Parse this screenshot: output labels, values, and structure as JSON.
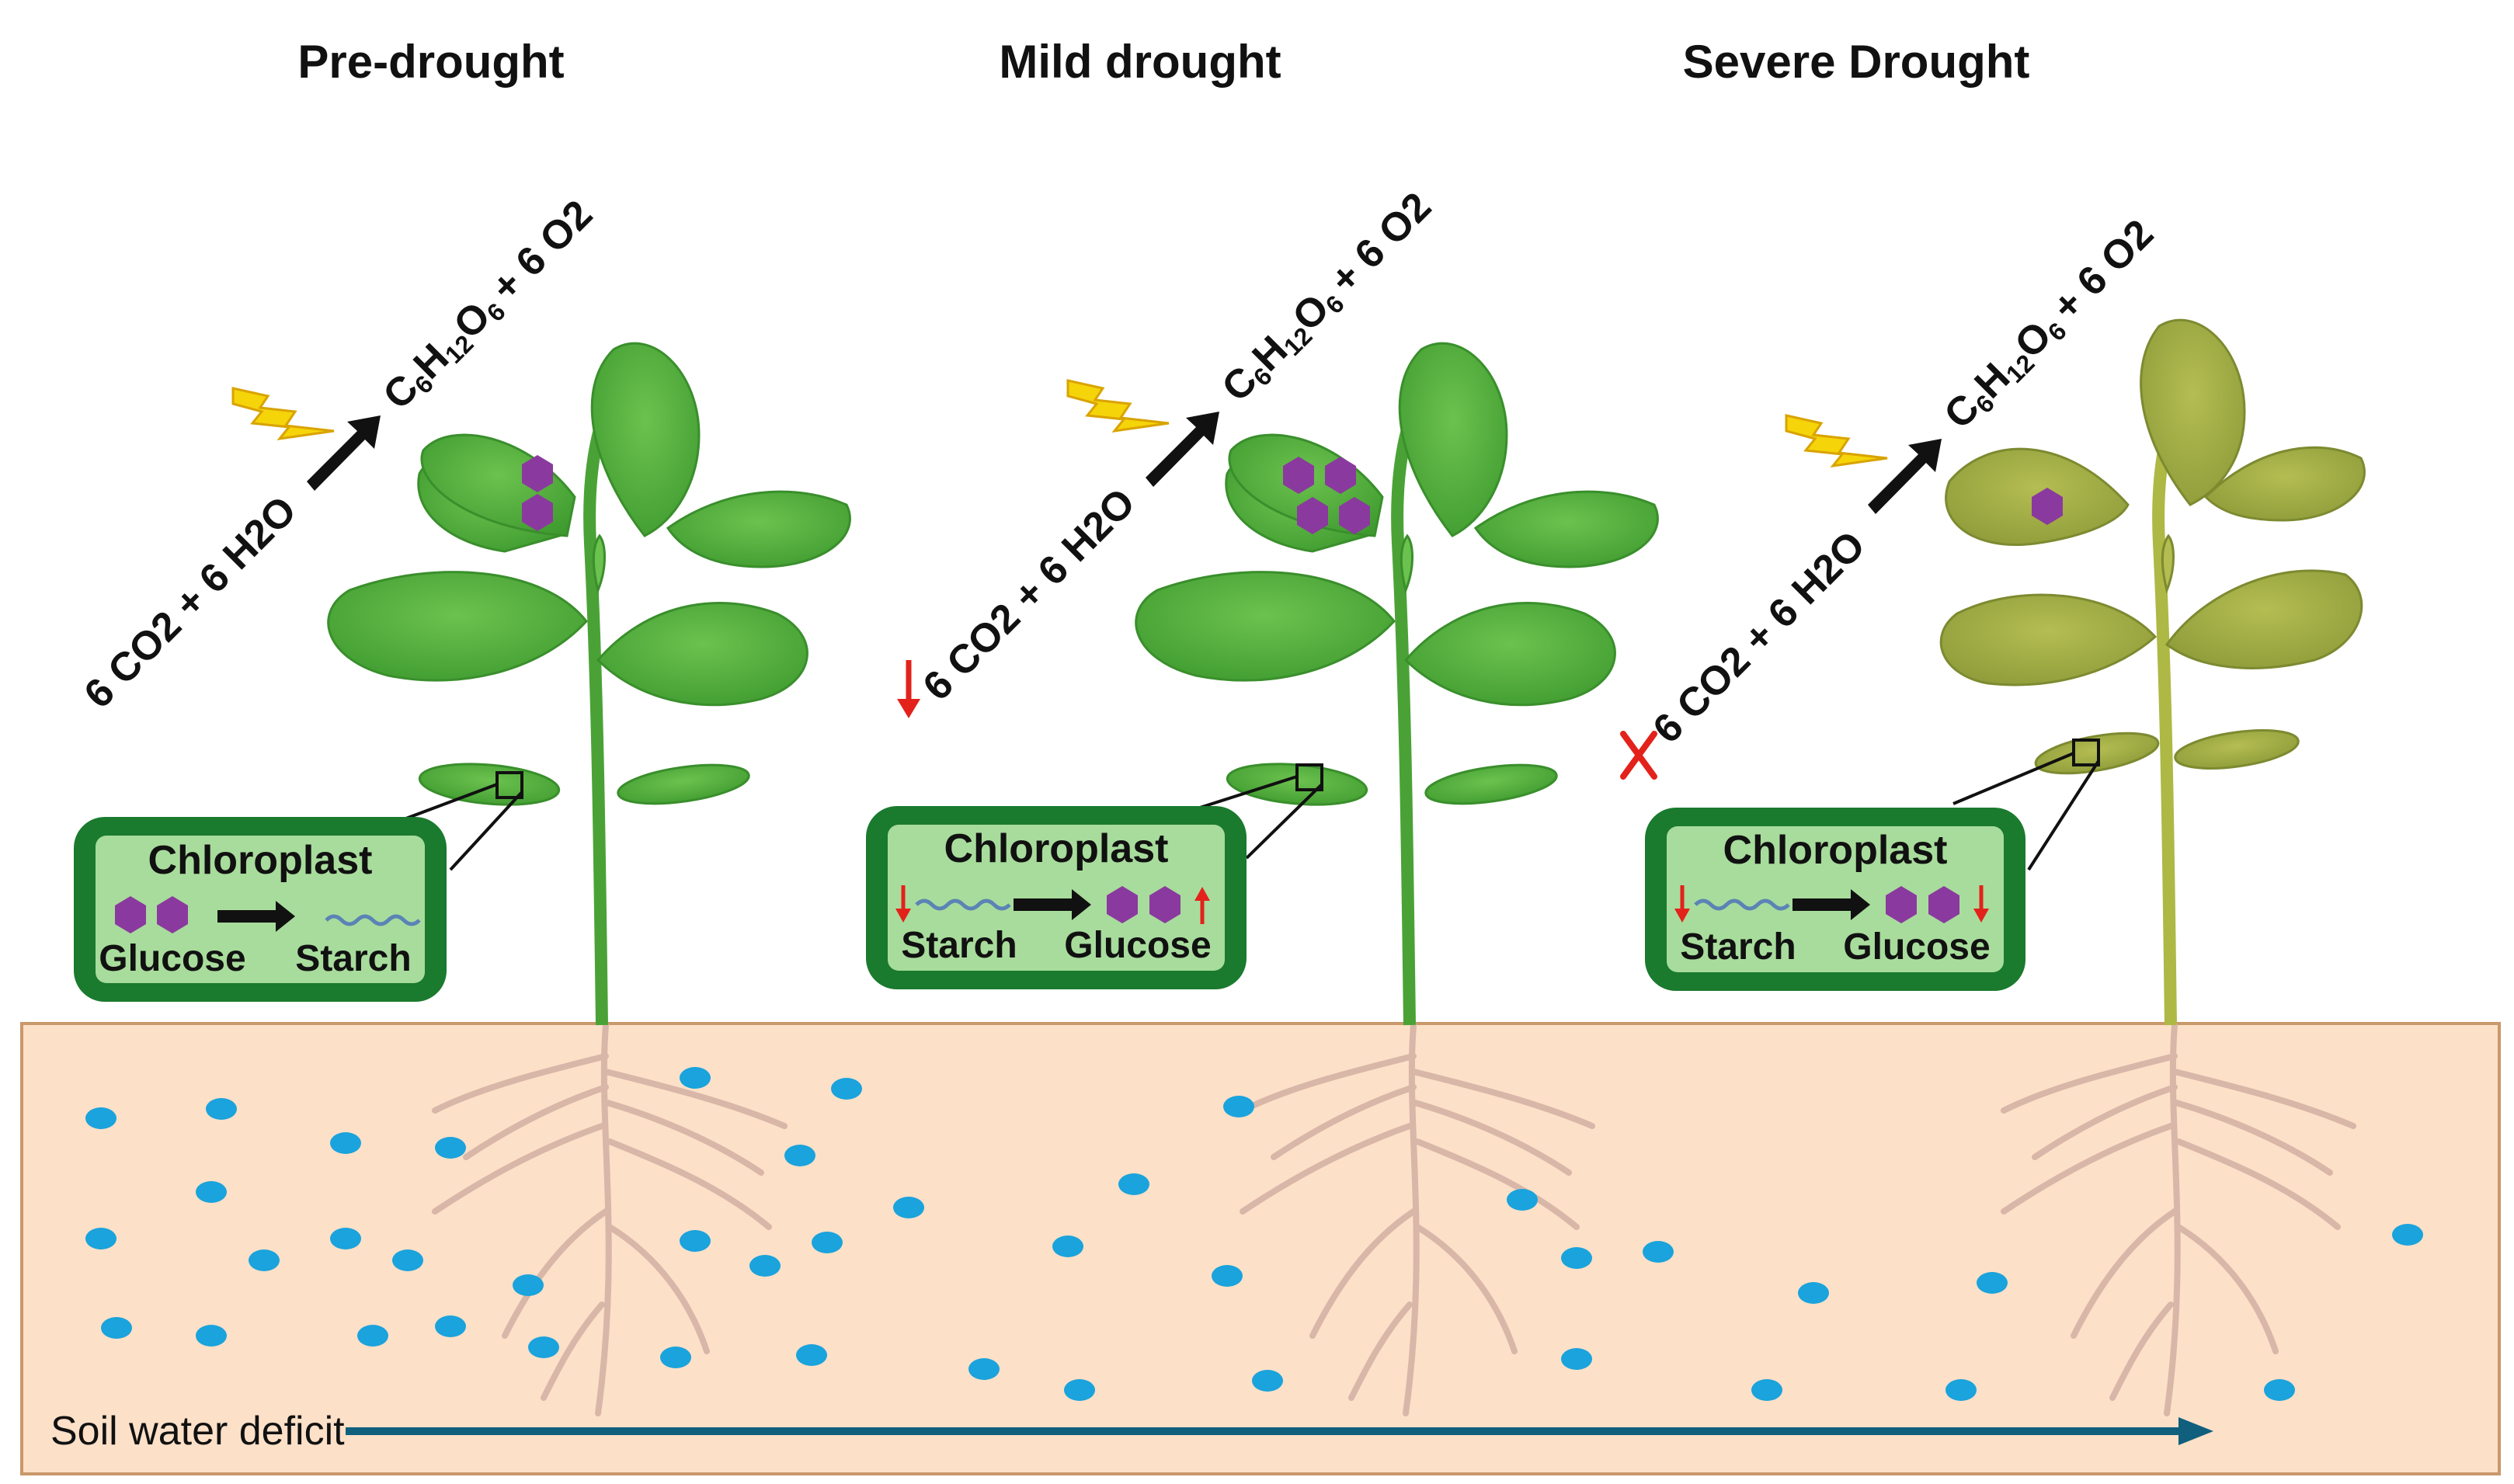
{
  "titles": [
    "Pre-drought",
    "Mild drought",
    "Severe Drought"
  ],
  "equation": {
    "reactants": "6 CO2 + 6 H2O",
    "product_glucose_parts": [
      "C",
      "6",
      "H",
      "12",
      "O",
      "6"
    ],
    "product_oxygen": "+ 6 O2"
  },
  "chloroplast_label": "Chloroplast",
  "panels": [
    {
      "left_label": "Glucose",
      "right_label": "Starch",
      "left_icon": "glucose-hexagons",
      "right_icon": "starch-chain",
      "left_change": "none",
      "right_change": "none",
      "reactant_change": "none"
    },
    {
      "left_label": "Starch",
      "right_label": "Glucose",
      "left_icon": "starch-chain",
      "right_icon": "glucose-hexagons",
      "left_change": "down",
      "right_change": "up",
      "reactant_change": "down"
    },
    {
      "left_label": "Starch",
      "right_label": "Glucose",
      "left_icon": "starch-chain",
      "right_icon": "glucose-hexagons",
      "left_change": "down",
      "right_change": "down",
      "reactant_change": "blocked"
    }
  ],
  "soil_label": "Soil water deficit",
  "colors": {
    "leaf": "#5fb846",
    "leaf_dark": "#3a8f2c",
    "leaf_stressed": "#a9b54a",
    "soil": "#fce0c8",
    "soil_border": "#c9986b",
    "water": "#1aa3dc",
    "chloroplast_border": "#1a7a2e",
    "chloroplast_fill": "#a8dc9c",
    "glucose": "#8a3a9e",
    "lightning": "#f5d40a",
    "indicator_red": "#e3221b",
    "deficit_arrow": "#0f5f7d",
    "root": "#d8b6a8"
  }
}
